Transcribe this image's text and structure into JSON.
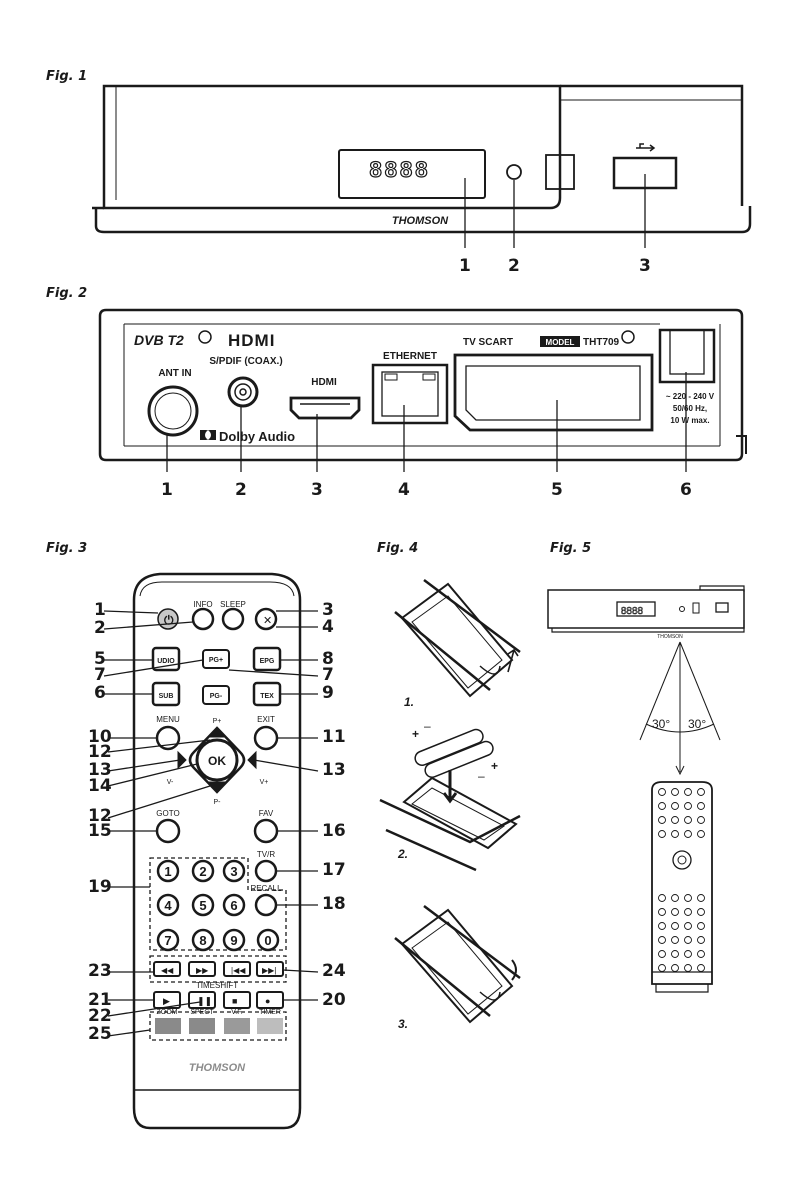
{
  "figures": {
    "fig1": {
      "label": "Fig. 1",
      "display": "8888",
      "brand": "THOMSON",
      "callouts": [
        "1",
        "2",
        "3"
      ]
    },
    "fig2": {
      "label": "Fig. 2",
      "dvb_logo": "DVB T2",
      "hdmi_logo": "HDMI",
      "ant_in": "ANT IN",
      "spdif": "S/PDIF (COAX.)",
      "hdmi_port": "HDMI",
      "ethernet": "ETHERNET",
      "tv_scart": "TV SCART",
      "model_tag": "MODEL",
      "model": "THT709",
      "dolby": "Dolby Audio",
      "power_line1": "~ 220 - 240 V",
      "power_line2": "50/60 Hz,",
      "power_line3": "10 W max.",
      "callouts": [
        "1",
        "2",
        "3",
        "4",
        "5",
        "6"
      ]
    },
    "fig3": {
      "label": "Fig. 3",
      "buttons": {
        "info": "INFO",
        "sleep": "SLEEP",
        "audio": "UDIO",
        "pg_plus": "PG+",
        "epg": "EPG",
        "sub": "SUB",
        "pg_minus": "PG-",
        "text": "TEX",
        "menu": "MENU",
        "exit": "EXIT",
        "p_plus": "P+",
        "p_minus": "P-",
        "v_minus": "V-",
        "v_plus": "V+",
        "ok": "OK",
        "goto": "GOTO",
        "fav": "FAV",
        "tvr": "TV/R",
        "recall": "RECALL",
        "timeshift": "TIMESHIFT",
        "zoom": "ZOOM",
        "aspect": "SPECT",
        "vf": "V.F.",
        "timer": "TIMER",
        "digits": [
          "1",
          "2",
          "3",
          "4",
          "5",
          "6",
          "7",
          "8",
          "9",
          "0"
        ]
      },
      "brand": "THOMSON",
      "callouts_left": [
        "1",
        "2",
        "5",
        "7",
        "6",
        "10",
        "12",
        "13",
        "14",
        "12",
        "15",
        "19",
        "23",
        "21",
        "22",
        "25"
      ],
      "callouts_right": [
        "3",
        "4",
        "8",
        "7",
        "9",
        "11",
        "13",
        "16",
        "17",
        "18",
        "24",
        "20"
      ]
    },
    "fig4": {
      "label": "Fig. 4",
      "steps": [
        "1.",
        "2.",
        "3."
      ],
      "plus": "+",
      "minus": "–"
    },
    "fig5": {
      "label": "Fig. 5",
      "display": "8888",
      "brand": "THOMSON",
      "angle_left": "30°",
      "angle_right": "30°"
    }
  }
}
